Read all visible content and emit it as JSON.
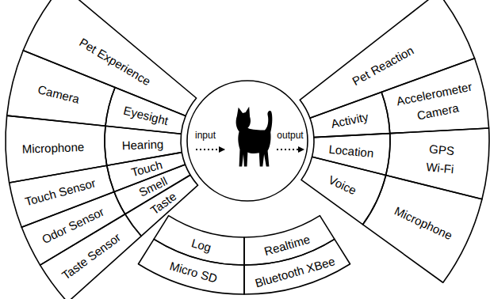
{
  "diagram": {
    "nodes": [
      {
        "text": [
          "Pet Experience"
        ]
      },
      {
        "text": [
          "Camera"
        ]
      },
      {
        "text": [
          "Eyesight"
        ]
      },
      {
        "text": [
          "Microphone"
        ]
      },
      {
        "text": [
          "Hearing"
        ]
      },
      {
        "text": [
          "Touch Sensor"
        ]
      },
      {
        "text": [
          "Touch"
        ]
      },
      {
        "text": [
          "Odor Sensor"
        ]
      },
      {
        "text": [
          "Smell"
        ]
      },
      {
        "text": [
          "Taste Sensor"
        ]
      },
      {
        "text": [
          "Taste"
        ]
      },
      {
        "text": [
          "input",
          "output"
        ]
      },
      {
        "text": [
          "Pet Reaction"
        ]
      },
      {
        "text": [
          "Activity"
        ]
      },
      {
        "text": [
          "Accelerometer",
          "Camera"
        ]
      },
      {
        "text": [
          "Location"
        ]
      },
      {
        "text": [
          "GPS",
          "Wi-Fi"
        ]
      },
      {
        "text": [
          "Voice"
        ]
      },
      {
        "text": [
          "Microphone"
        ]
      },
      {
        "text": [
          "Log"
        ]
      },
      {
        "text": [
          "Realtime"
        ]
      },
      {
        "text": [
          "Micro SD"
        ]
      },
      {
        "text": [
          "Bluetooth XBee"
        ]
      }
    ]
  }
}
